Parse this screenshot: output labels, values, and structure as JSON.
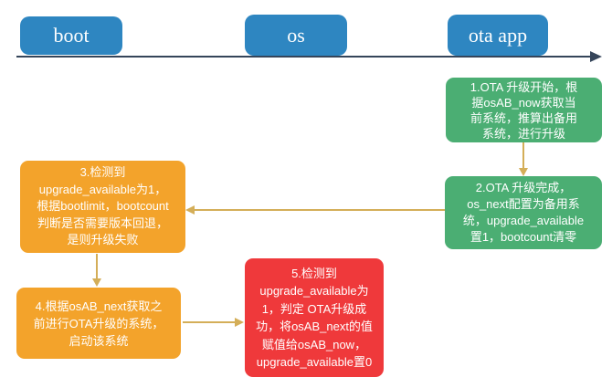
{
  "diagram": {
    "lanes": [
      {
        "label": "boot"
      },
      {
        "label": "os"
      },
      {
        "label": "ota app"
      }
    ],
    "steps": [
      {
        "id": 1,
        "lane": "ota app",
        "color": "#4BAE73",
        "lines": [
          "1.OTA 升级开始，根",
          "据osAB_now获取当",
          "前系统，推算出备用",
          "系统，进行升级"
        ]
      },
      {
        "id": 2,
        "lane": "ota app",
        "color": "#4BAE73",
        "lines": [
          "2.OTA 升级完成，",
          "os_next配置为备用系",
          "统，upgrade_available",
          "置1，bootcount清零"
        ]
      },
      {
        "id": 3,
        "lane": "boot",
        "color": "#F3A32B",
        "lines": [
          "3.检测到",
          "upgrade_available为1，",
          "根据bootlimit，bootcount",
          "判断是否需要版本回退，",
          "是则升级失败"
        ]
      },
      {
        "id": 4,
        "lane": "boot",
        "color": "#F3A32B",
        "lines": [
          "4.根据osAB_next获取之",
          "前进行OTA升级的系统，",
          "启动该系统"
        ]
      },
      {
        "id": 5,
        "lane": "os",
        "color": "#EF393B",
        "lines": [
          "5.检测到",
          "upgrade_available为",
          "1，判定 OTA升级成",
          "功，将osAB_next的值",
          "赋值给osAB_now，",
          "upgrade_available置0"
        ]
      }
    ],
    "connectors": [
      {
        "from": "step-1",
        "to": "step-2",
        "direction": "down"
      },
      {
        "from": "step-2",
        "to": "step-3",
        "direction": "left"
      },
      {
        "from": "step-3",
        "to": "step-4",
        "direction": "down"
      },
      {
        "from": "step-4",
        "to": "step-5",
        "direction": "right"
      }
    ],
    "colors": {
      "lane": "#2E86C1",
      "step_green": "#4BAE73",
      "step_orange": "#F3A32B",
      "step_red": "#EF393B",
      "connector": "#D4AE58",
      "axis": "#35455A"
    }
  }
}
